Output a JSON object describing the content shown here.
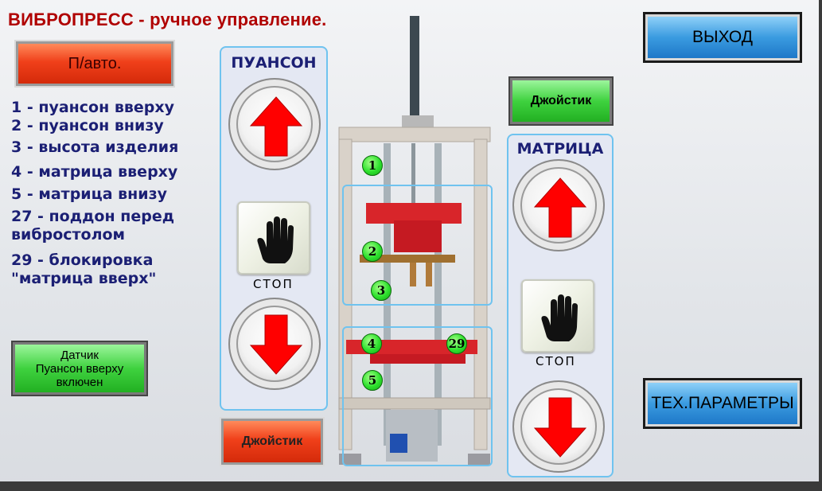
{
  "header": {
    "title": "ВИБРОПРЕСС - ручное управление."
  },
  "buttons": {
    "mode": "П/авто.",
    "exit": "ВЫХОД",
    "joystick_top": "Джойстик",
    "joystick_bottom": "Джойстик",
    "tech_params": "ТЕХ.ПАРАМЕТРЫ",
    "sensor_status": [
      "Датчик",
      "Пуансон вверху",
      "включен"
    ]
  },
  "legend": [
    "1 - пуансон вверху",
    "2 - пуансон внизу",
    "3 - высота изделия",
    "4 - матрица вверху",
    "5 - матрица внизу",
    "27 - поддон перед",
    "вибростолом",
    "29 - блокировка",
    "\"матрица вверх\""
  ],
  "punch_panel": {
    "title": "ПУАНСОН",
    "stop_label": "СТОП"
  },
  "matrix_panel": {
    "title": "МАТРИЦА",
    "stop_label": "СТОП"
  },
  "sensors": [
    "1",
    "2",
    "3",
    "4",
    "29",
    "5"
  ],
  "colors": {
    "title": "#b00000",
    "legend": "#1b1f74",
    "panel_border": "#6fc3ef",
    "arrow": "#ff0000",
    "sensor": "#2de12d"
  },
  "icons": [
    "arrow-up-icon",
    "arrow-down-icon",
    "stop-hand-icon"
  ]
}
